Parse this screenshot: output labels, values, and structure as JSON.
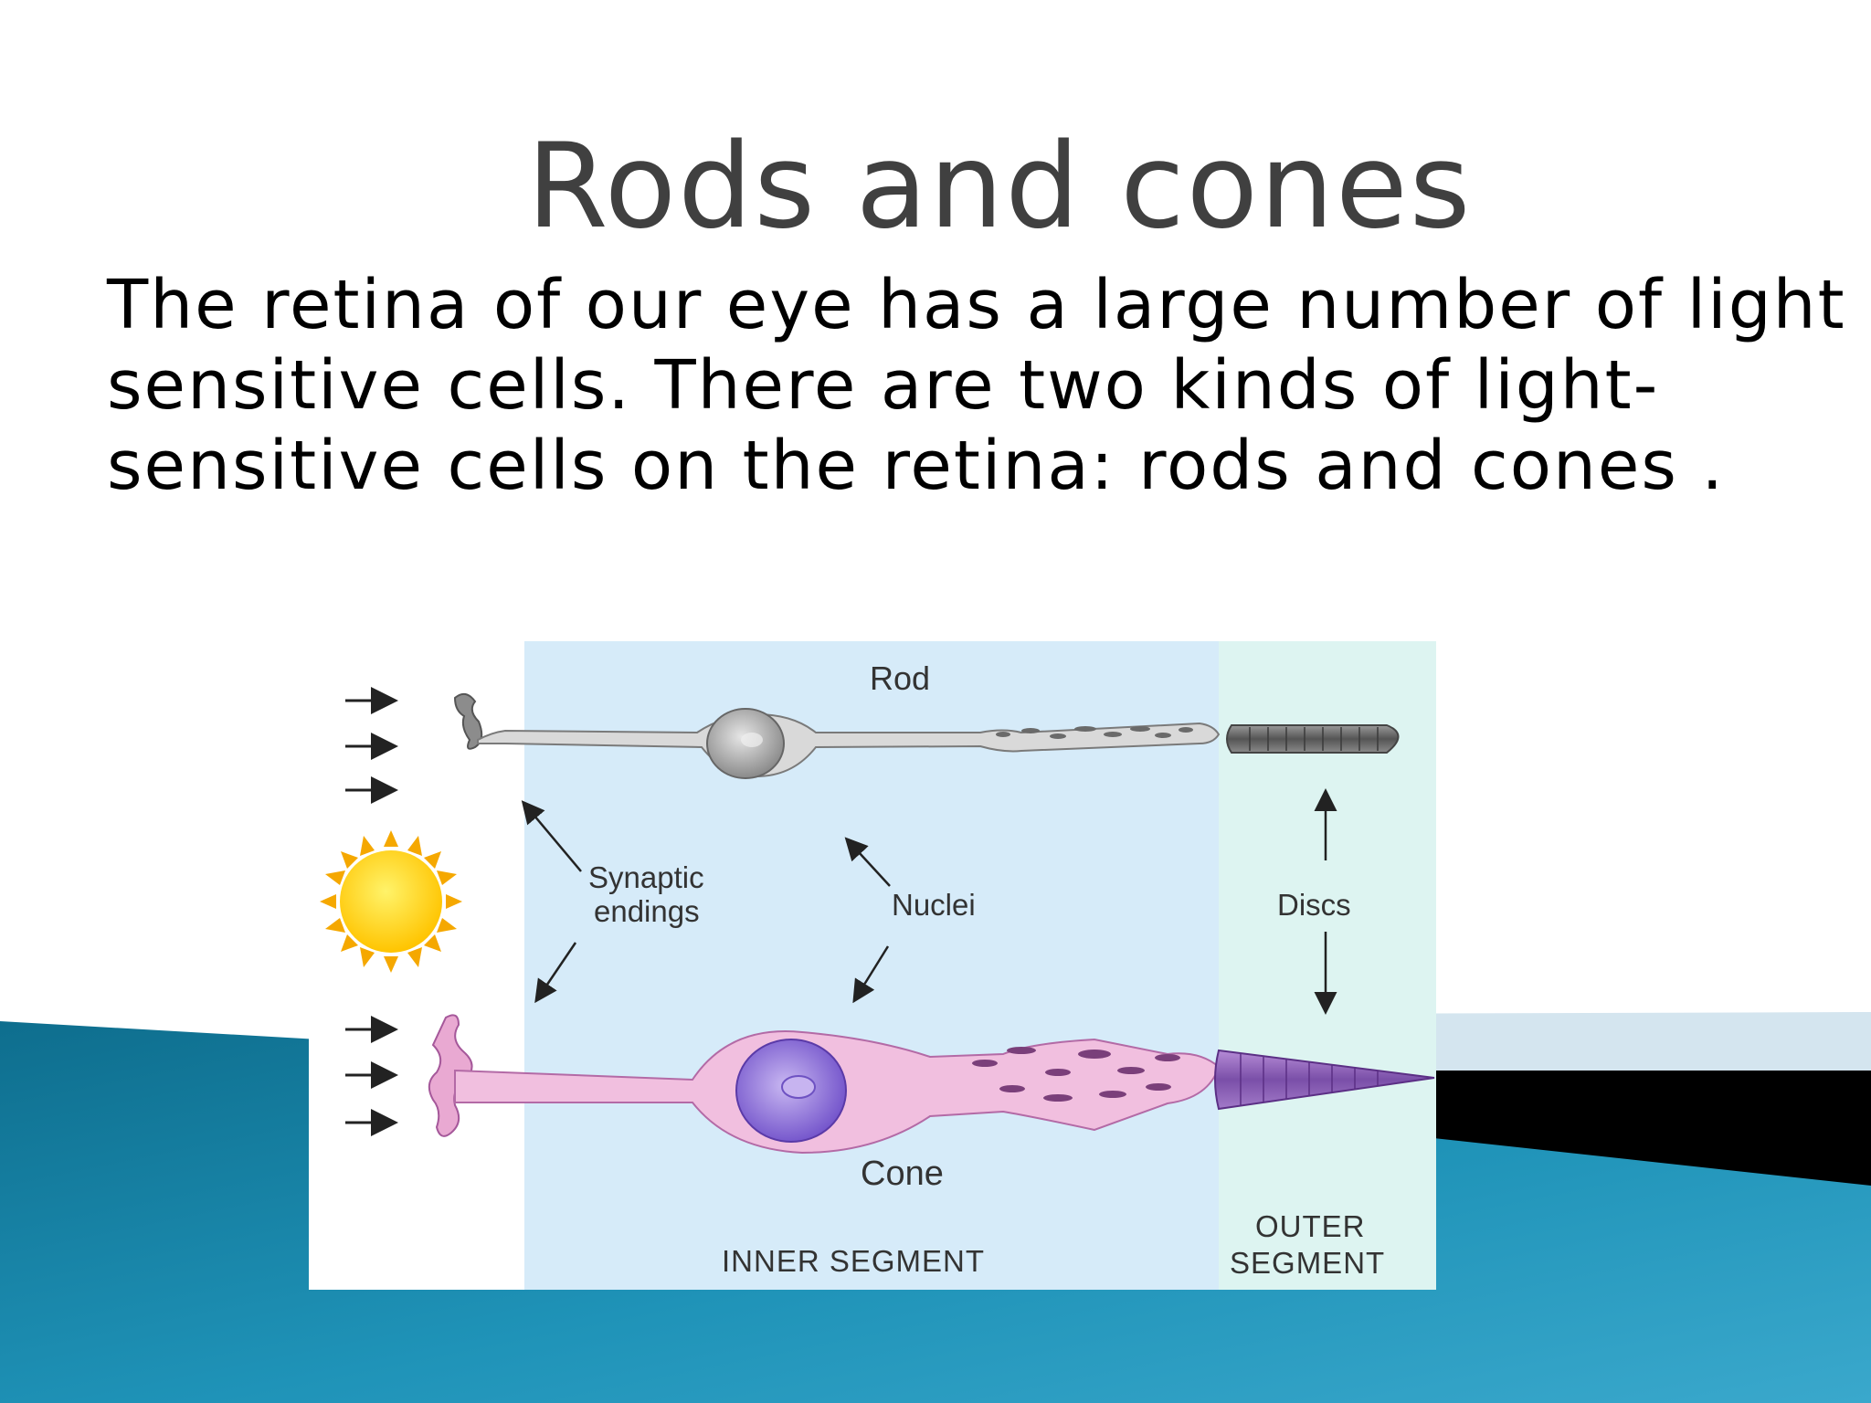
{
  "slide": {
    "title": "Rods and cones",
    "body_lines": [
      "The retina of our eye has a large number of light –",
      "sensitive cells. There are two kinds of light-",
      "sensitive cells on the retina: rods and cones ."
    ]
  },
  "figure": {
    "labels": {
      "rod": "Rod",
      "cone": "Cone",
      "synaptic_line1": "Synaptic",
      "synaptic_line2": "endings",
      "nuclei": "Nuclei",
      "discs": "Discs",
      "inner_segment": "INNER SEGMENT",
      "outer_line1": "OUTER",
      "outer_line2": "SEGMENT"
    }
  },
  "colors": {
    "title": "#404040",
    "inner_segment_bg": "#d6ebf9",
    "outer_segment_bg": "#ddf4f1",
    "cone_pink": "#f1bfdf",
    "cone_nucleus": "#8b6fd6",
    "rod_gray": "#bdbdbd",
    "teal_band": "#157fa2",
    "sun": "#ffd400"
  }
}
